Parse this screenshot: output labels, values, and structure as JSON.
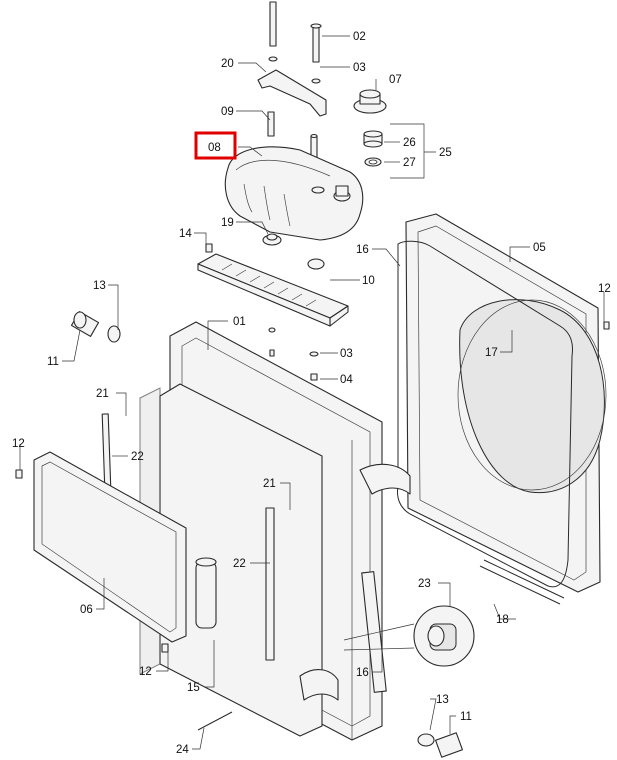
{
  "highlight_color": "#e00000",
  "highlighted_callout": "08",
  "callouts": {
    "c01": "01",
    "c02": "02",
    "c03a": "03",
    "c03b": "03",
    "c04": "04",
    "c05": "05",
    "c06": "06",
    "c07": "07",
    "c08": "08",
    "c09": "09",
    "c10": "10",
    "c11a": "11",
    "c11b": "11",
    "c12a": "12",
    "c12b": "12",
    "c12c": "12",
    "c13a": "13",
    "c13b": "13",
    "c14": "14",
    "c15": "15",
    "c16": "16",
    "c17": "17",
    "c18": "18",
    "c19": "19",
    "c20": "20",
    "c21a": "21",
    "c21b": "21",
    "c22a": "22",
    "c22b": "22",
    "c23": "23",
    "c24": "24",
    "c25": "25",
    "c26": "26",
    "c27": "27"
  }
}
